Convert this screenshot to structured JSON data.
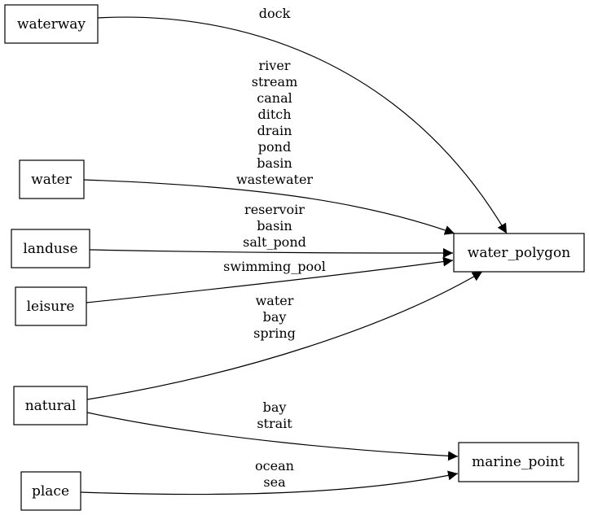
{
  "diagram": {
    "nodes": {
      "waterway": "waterway",
      "water": "water",
      "landuse": "landuse",
      "leisure": "leisure",
      "natural": "natural",
      "place": "place",
      "water_polygon": "water_polygon",
      "marine_point": "marine_point"
    },
    "edges": [
      {
        "from": "waterway",
        "to": "water_polygon",
        "labels": [
          "dock"
        ]
      },
      {
        "from": "water",
        "to": "water_polygon",
        "labels": [
          "river",
          "stream",
          "canal",
          "ditch",
          "drain",
          "pond",
          "basin",
          "wastewater"
        ]
      },
      {
        "from": "landuse",
        "to": "water_polygon",
        "labels": [
          "reservoir",
          "basin",
          "salt_pond"
        ]
      },
      {
        "from": "leisure",
        "to": "water_polygon",
        "labels": [
          "swimming_pool"
        ]
      },
      {
        "from": "natural",
        "to": "water_polygon",
        "labels": [
          "water",
          "bay",
          "spring"
        ]
      },
      {
        "from": "natural",
        "to": "marine_point",
        "labels": [
          "bay",
          "strait"
        ]
      },
      {
        "from": "place",
        "to": "marine_point",
        "labels": [
          "ocean",
          "sea"
        ]
      }
    ]
  }
}
